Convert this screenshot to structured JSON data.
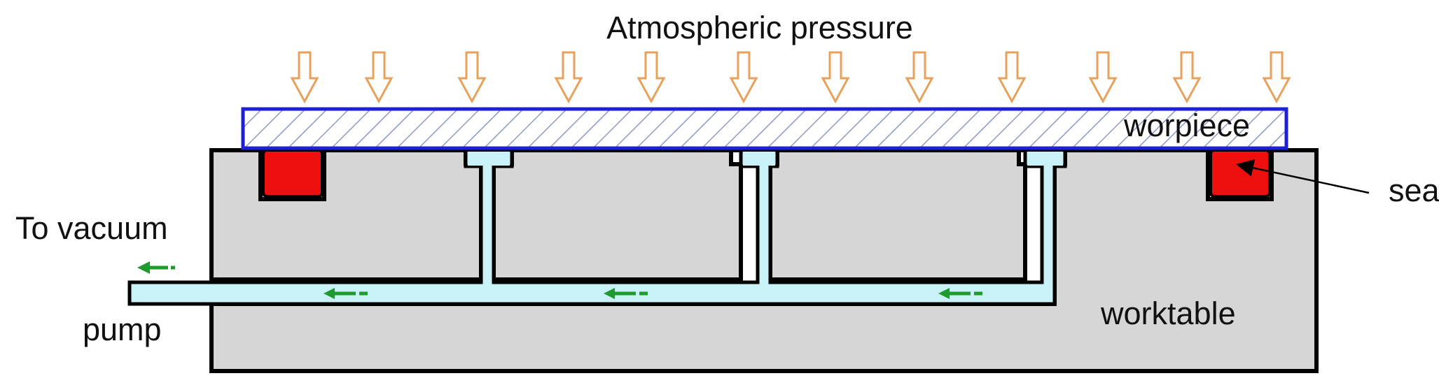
{
  "labels": {
    "pressure": "Atmospheric pressure",
    "workpiece": "worpiece",
    "seal": "seal",
    "vacuum_line1": "To vacuum",
    "vacuum_line2": "pump",
    "worktable": "worktable"
  },
  "colors": {
    "pressure_arrow": "#e8a15a",
    "workpiece_border": "#1f1fd6",
    "hatch": "#8f98c8",
    "seal": "#ee0f0f",
    "worktable": "#d6d6d6",
    "channel": "#c8f2f7",
    "flow_arrow": "#1f9a2c"
  },
  "pressure_arrow_count": 12,
  "vacuum_port_count": 3
}
